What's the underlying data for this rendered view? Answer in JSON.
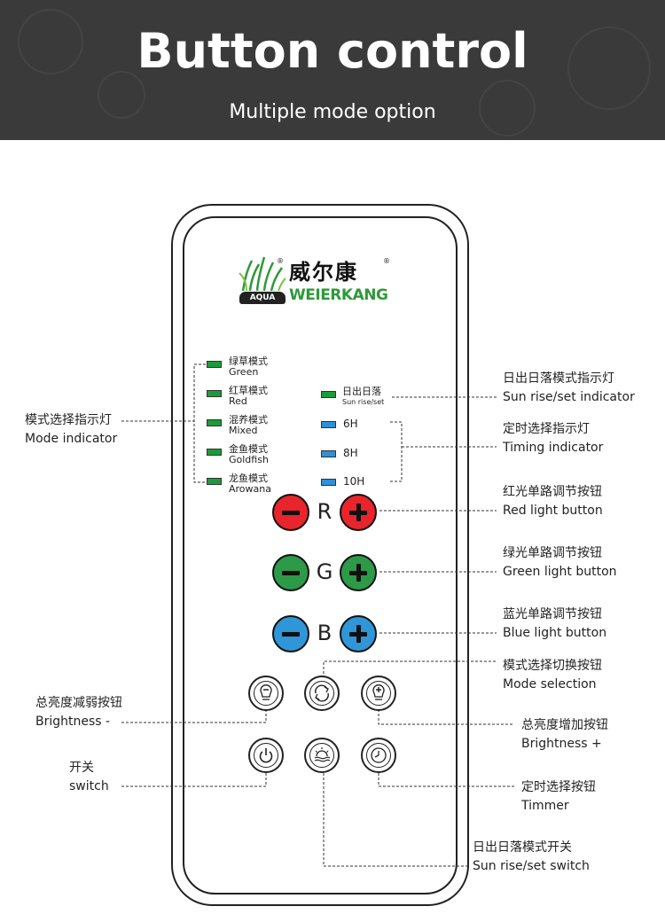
{
  "header": {
    "title": "Button control",
    "subtitle": "Multiple mode option"
  },
  "logo": {
    "brand_cn": "威尔康",
    "brand_en": "WEIERKANG",
    "badge": "AQUA",
    "reg": "®"
  },
  "mode_indicators": [
    {
      "cn": "绿草模式",
      "en": "Green"
    },
    {
      "cn": "红草模式",
      "en": "Red"
    },
    {
      "cn": "混养模式",
      "en": "Mixed"
    },
    {
      "cn": "金鱼模式",
      "en": "Goldfish"
    },
    {
      "cn": "龙鱼模式",
      "en": "Arowana"
    }
  ],
  "sun_indicator": {
    "cn": "日出日落",
    "en": "Sun rise/set"
  },
  "timing": [
    "6H",
    "8H",
    "10H"
  ],
  "channels": {
    "r": "R",
    "g": "G",
    "b": "B"
  },
  "callouts": {
    "mode_indicator": {
      "cn": "模式选择指示灯",
      "en": "Mode indicator"
    },
    "sun_indicator": {
      "cn": "日出日落模式指示灯",
      "en": "Sun rise/set indicator"
    },
    "timing_indicator": {
      "cn": "定时选择指示灯",
      "en": "Timing indicator"
    },
    "red_button": {
      "cn": "红光单路调节按钮",
      "en": "Red light button"
    },
    "green_button": {
      "cn": "绿光单路调节按钮",
      "en": "Green light button"
    },
    "blue_button": {
      "cn": "蓝光单路调节按钮",
      "en": "Blue light button"
    },
    "mode_selection": {
      "cn": "模式选择切换按钮",
      "en": "Mode selection"
    },
    "brightness_minus": {
      "cn": "总亮度减弱按钮",
      "en": "Brightness -"
    },
    "brightness_plus": {
      "cn": "总亮度增加按钮",
      "en": "Brightness +"
    },
    "switch": {
      "cn": "开关",
      "en": "switch"
    },
    "timer": {
      "cn": "定时选择按钮",
      "en": "Timmer"
    },
    "sun_switch": {
      "cn": "日出日落模式开关",
      "en": "Sun rise/set switch"
    }
  },
  "colors": {
    "header_bg": "#3a3a3a",
    "red": "#e8242c",
    "green": "#2c9a48",
    "blue": "#2f96d8",
    "led_green": "#1f9a3a",
    "led_blue": "#2f8fd8",
    "brand_green": "#2e9a3a"
  }
}
